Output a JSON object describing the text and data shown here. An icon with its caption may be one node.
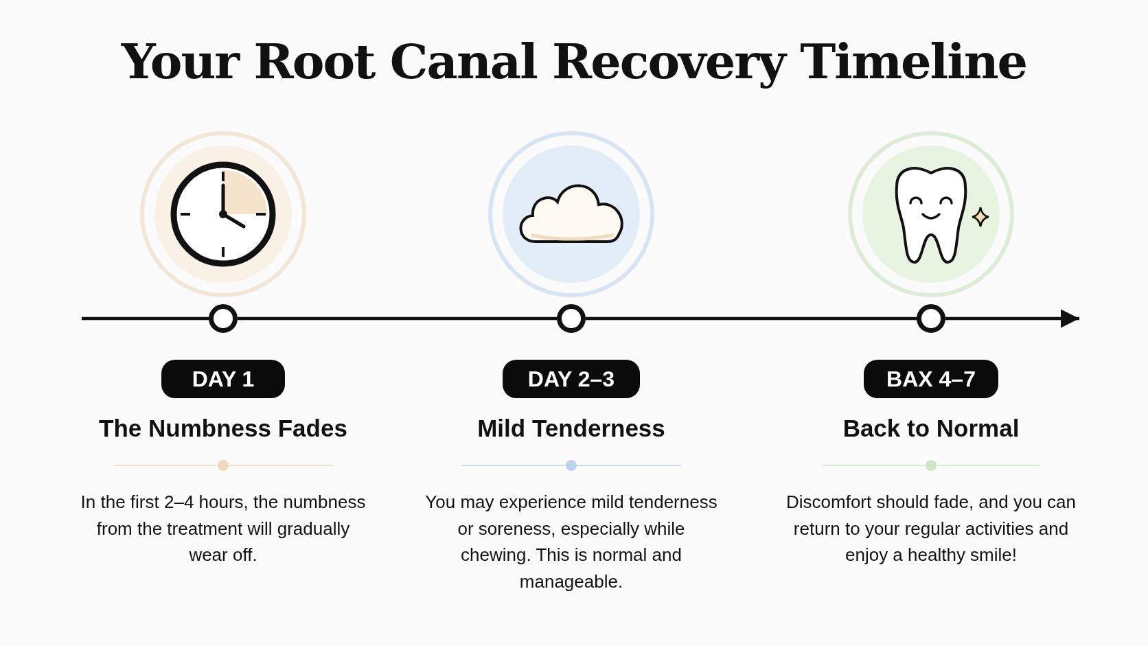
{
  "diagram": {
    "title": "Your Root Canal Recovery Timeline",
    "nodes": [
      {
        "text": [],
        "shape": "circle"
      },
      {
        "text": [],
        "shape": "circle"
      },
      {
        "text": [],
        "shape": "circle"
      },
      {
        "text": [],
        "shape": "circle"
      },
      {
        "text": [],
        "shape": "circle"
      },
      {
        "text": [],
        "shape": "circle"
      },
      {
        "text": [
          "DAY 1"
        ]
      },
      {
        "text": [
          "DAY 2–3"
        ]
      },
      {
        "text": [
          "BAX 4–7"
        ]
      }
    ],
    "edges": [
      {
        "from": null,
        "to": 3,
        "arrow": "none"
      },
      {
        "from": 3,
        "to": 4,
        "arrow": "none"
      },
      {
        "from": 4,
        "to": 5,
        "arrow": "none"
      },
      {
        "from": 5,
        "to": null,
        "arrow": "to"
      }
    ],
    "labels": [
      "The Numbness Fades",
      "In the first 2–4 hours, the numbness from the treatment will gradually wear off.",
      "Mild Tenderness",
      "You may experience mild tenderness or soreness, especially while chewing. This is normal and manageable.",
      "Back to Normal",
      "Discomfort should fade, and you can return to your regular activities and enjoy a healthy smile!"
    ]
  }
}
